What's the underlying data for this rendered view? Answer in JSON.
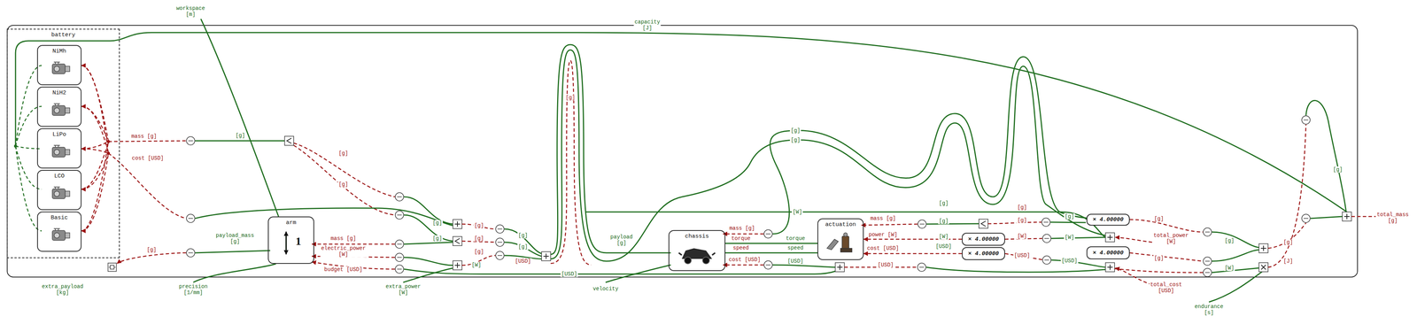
{
  "diagram": {
    "nodes": [
      {
        "text": [
          "battery"
        ]
      },
      {
        "text": [
          "NiMh"
        ],
        "in": 0
      },
      {
        "text": [
          "NiH2"
        ],
        "in": 0
      },
      {
        "text": [
          "LiPo"
        ],
        "in": 0
      },
      {
        "text": [
          "LCO"
        ],
        "in": 0
      },
      {
        "text": [
          "Basic"
        ],
        "in": 0
      },
      {
        "text": [
          "arm",
          "1"
        ]
      },
      {
        "text": [
          "chassis"
        ]
      },
      {
        "text": [
          "actuation"
        ]
      },
      {
        "text": [
          "× 4.00000"
        ]
      },
      {
        "text": [
          "× 4.00000"
        ]
      },
      {
        "text": [
          "× 4.00000"
        ]
      },
      {
        "text": [
          "× 4.00000"
        ]
      }
    ],
    "edges": [
      {
        "from": 7,
        "to": 8,
        "label": "torque",
        "arrow": "none"
      },
      {
        "from": 7,
        "to": 8,
        "label": "speed",
        "arrow": "none"
      },
      {
        "from": 10,
        "to": 8,
        "label": "power [W]",
        "arrow": "to"
      },
      {
        "from": 11,
        "to": 8,
        "label": "cost [USD]",
        "arrow": "to"
      }
    ],
    "labels": [
      "workspace [m]",
      "capacity [J]",
      "mass [g]",
      "cost [USD]",
      "[g]",
      "[g]",
      "[g]",
      "[g]",
      "payload_mass [g]",
      "[g]",
      "mass [g]",
      "electric_power [W]",
      "budget [USD]",
      "[g]",
      "[g]",
      "[g]",
      "[g]",
      "[g]",
      "[W]",
      "[g]",
      "[g]",
      "[USD]",
      "[USD]",
      "payload [g]",
      "[g]",
      "[g]",
      "[W]",
      "mass [g]",
      "torque",
      "speed",
      "cost [USD]",
      "[USD]",
      "[USD]",
      "mass [g]",
      "[g]",
      "[g]",
      "[W]",
      "[USD]",
      "[g]",
      "[g]",
      "[W]",
      "[USD]",
      "[g]",
      "[g]",
      "[W]",
      "total_power [W]",
      "[g]",
      "[USD]",
      "[g]",
      "[W]",
      "total_cost [USD]",
      "[g]",
      "[J]",
      "[g]",
      "total_mass [g]",
      "endurance [s]",
      "extra_payload [kg]",
      "precision [1/mm]",
      "extra_power [W]",
      "velocity"
    ]
  }
}
